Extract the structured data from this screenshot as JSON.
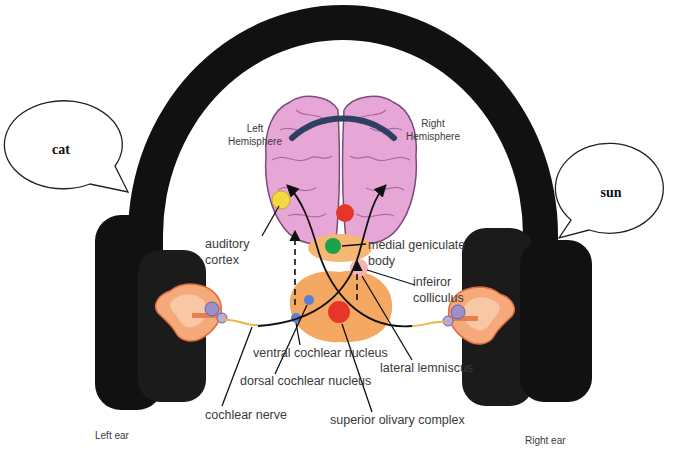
{
  "diagram": {
    "nodes": [
      {
        "text": [
          "cat"
        ]
      },
      {
        "text": [
          "sun"
        ]
      }
    ],
    "labels": [
      "Left Hemisphere",
      "Right Hemisphere",
      "auditory cortex",
      "medial geniculate body",
      "infeiror colliculus",
      "ventral cochlear nucleus",
      "lateral lemniscus",
      "dorsal cochlear nucleus",
      "cochlear nerve",
      "superior olivary complex",
      "Left ear",
      "Right ear"
    ]
  }
}
